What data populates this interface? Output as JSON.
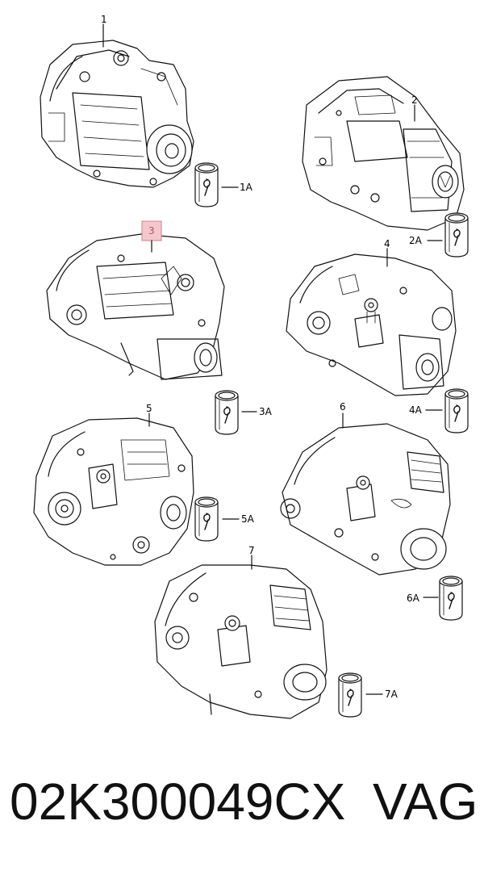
{
  "callouts": {
    "c1": "1",
    "c2": "2",
    "c3": "3",
    "c4": "4",
    "c5": "5",
    "c6": "6",
    "c7": "7",
    "c1a": "1A",
    "c2a": "2A",
    "c3a": "3A",
    "c4a": "4A",
    "c5a": "5A",
    "c6a": "6A",
    "c7a": "7A"
  },
  "highlight_color": "#e8a0a8",
  "highlighted_callout": "3",
  "footer": {
    "part_number": "02K300049CX",
    "brand": "VAG"
  }
}
